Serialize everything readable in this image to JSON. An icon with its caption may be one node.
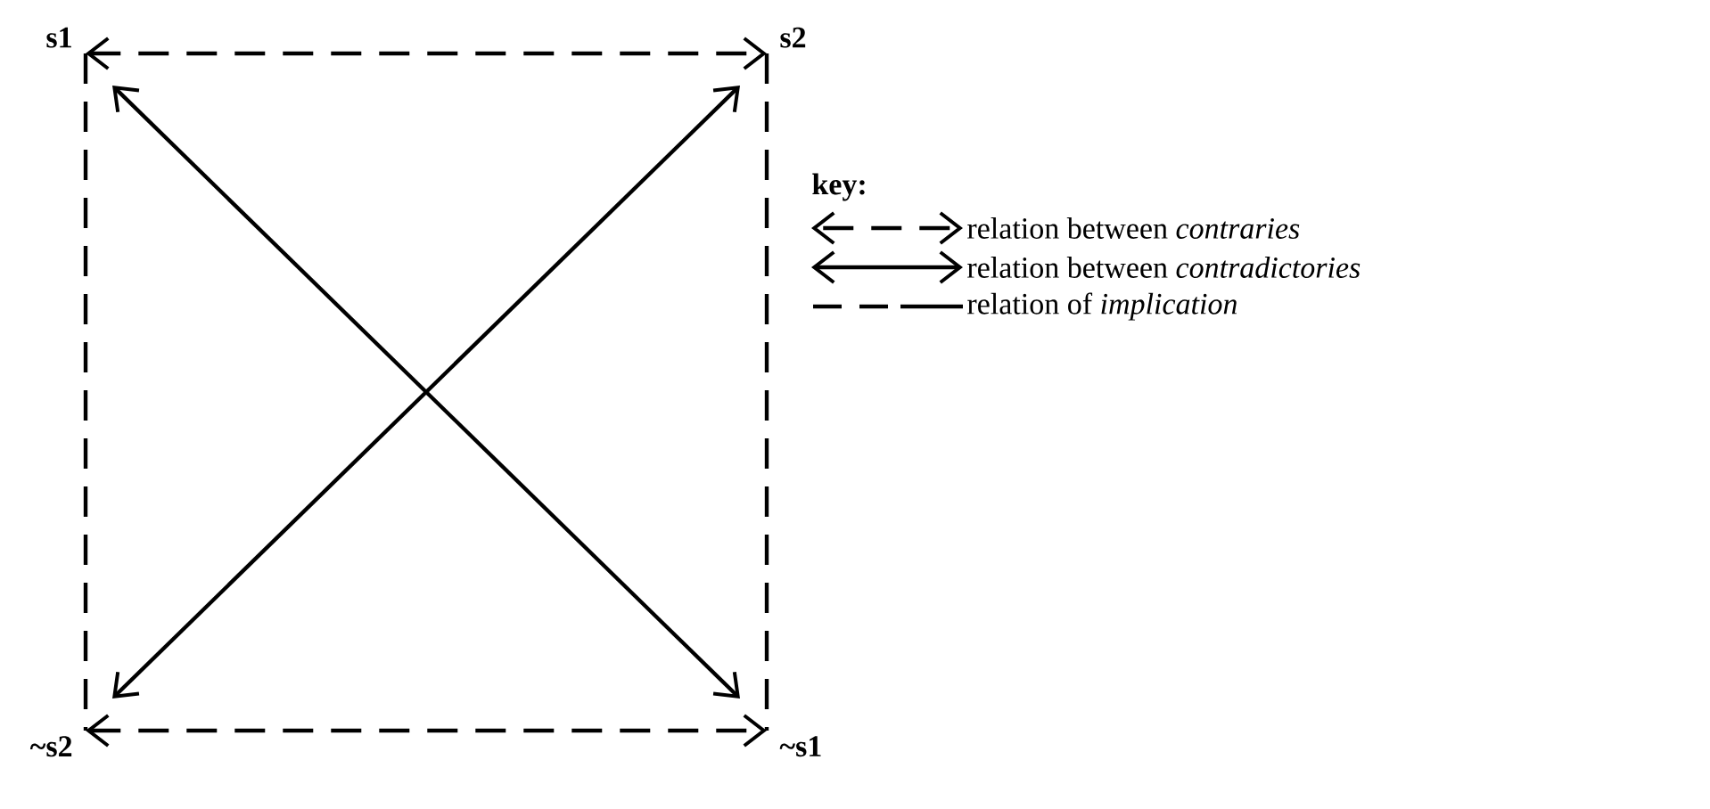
{
  "diagram": {
    "nodes": [
      {
        "text": [
          "s1"
        ]
      },
      {
        "text": [
          "s2"
        ]
      },
      {
        "text": [
          "~s2"
        ]
      },
      {
        "text": [
          "~s1"
        ]
      }
    ],
    "edges": [
      {
        "from": 0,
        "to": 1,
        "arrow": "both",
        "style": "dashed"
      },
      {
        "from": 0,
        "to": 2,
        "arrow": "none",
        "style": "dashed"
      },
      {
        "from": 0,
        "to": 3,
        "arrow": "both"
      },
      {
        "from": 1,
        "to": 2,
        "arrow": "both"
      },
      {
        "from": 1,
        "to": 3,
        "arrow": "none",
        "style": "dashed"
      },
      {
        "from": 2,
        "to": 3,
        "arrow": "both",
        "style": "dashed"
      }
    ],
    "labels": [
      "key:"
    ],
    "legend": [
      {
        "text": "relation between *contraries*"
      },
      {
        "text": "relation between *contradictories*"
      },
      {
        "text": "relation of *implication*"
      }
    ]
  }
}
